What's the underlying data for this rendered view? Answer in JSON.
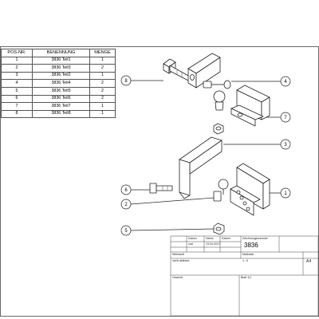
{
  "bom": {
    "headers": [
      "POS-NR.",
      "BENENNUNG",
      "MENGE"
    ],
    "rows": [
      [
        "1",
        "3836 Teil1",
        "1"
      ],
      [
        "2",
        "3836 Teil3",
        "2"
      ],
      [
        "3",
        "3836 Teil2",
        "1"
      ],
      [
        "4",
        "3836 Teil4",
        "2"
      ],
      [
        "5",
        "3836 Teil5",
        "2"
      ],
      [
        "6",
        "3836 Teil6",
        "2"
      ],
      [
        "7",
        "3836 Teil7",
        "1"
      ],
      [
        "8",
        "3836 Teil8",
        "1"
      ]
    ]
  },
  "callouts": [
    "8",
    "4",
    "7",
    "3",
    "6",
    "2",
    "1",
    "5"
  ],
  "title_block": {
    "header_labels": [
      "Datum",
      "Name",
      "Datum"
    ],
    "row_values": [
      "cad",
      "13.04.2017"
    ],
    "drawing_label": "Zeichnungsnummer",
    "drawing_number": "3836",
    "material_label": "Werkstoff",
    "material_value": "nicht definiert",
    "scale_label": "Maßstab",
    "scale_value": "1 : 5",
    "size_value": "A4",
    "weight_label": "Gewicht",
    "sheet_label": "Blatt 1/1"
  }
}
